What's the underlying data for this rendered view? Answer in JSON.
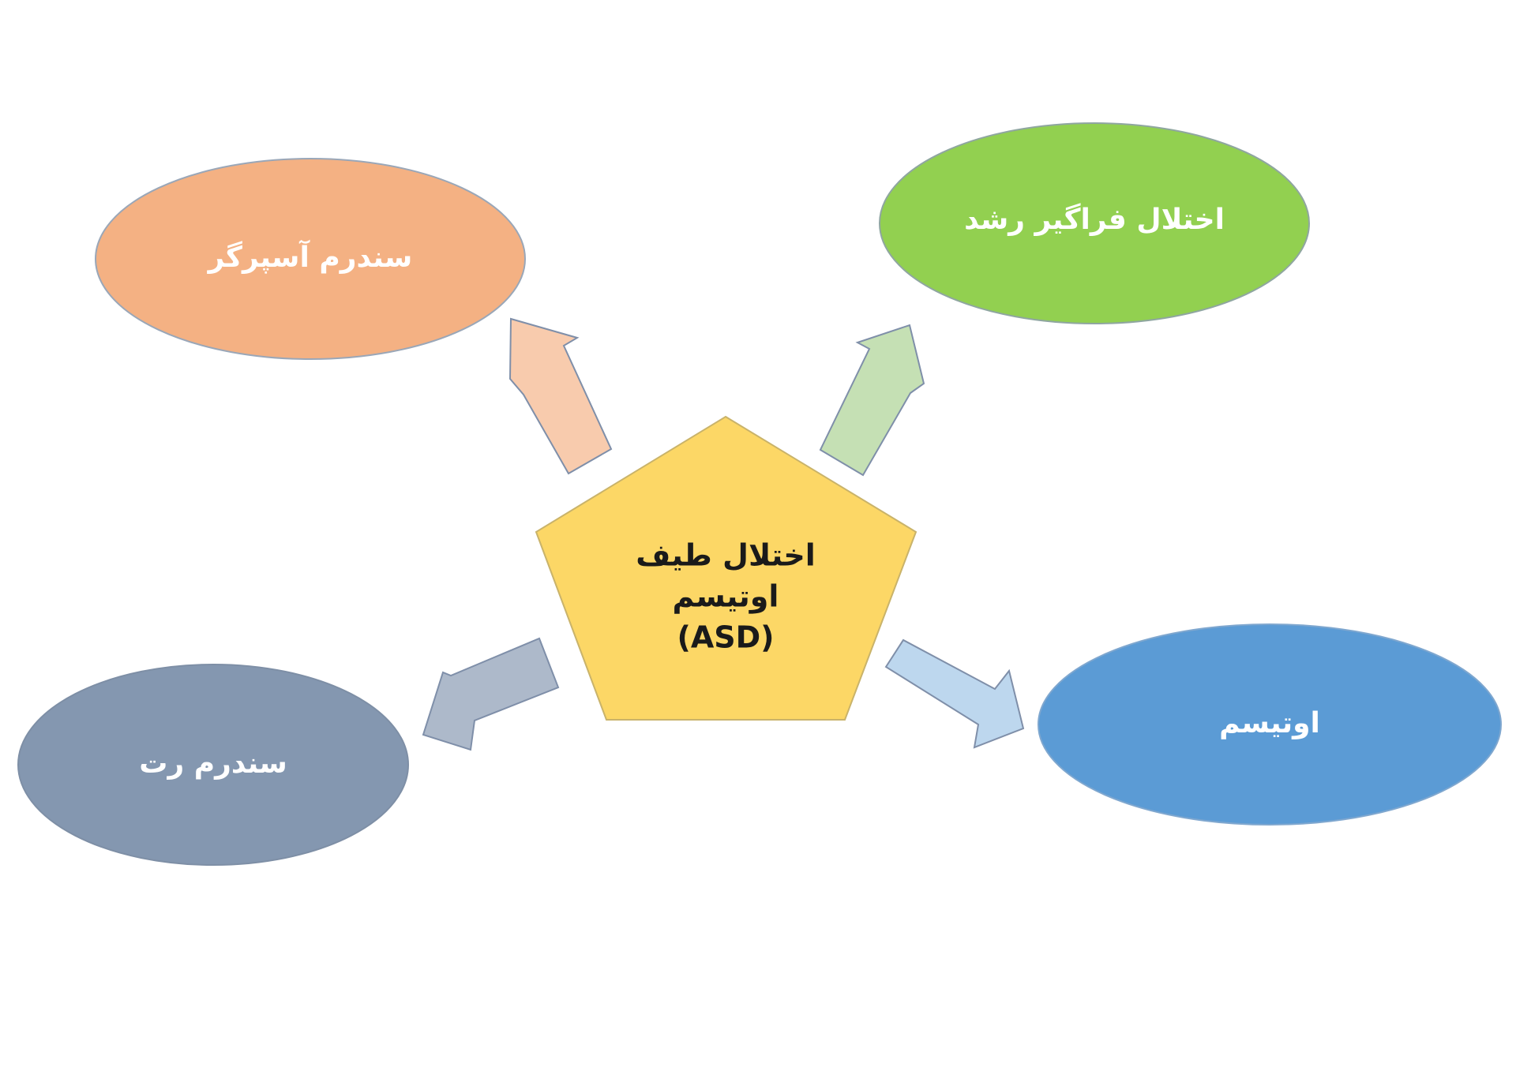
{
  "center": {
    "line1": "اختلال طیف",
    "line2": "اوتیسم",
    "line3": "(ASD)",
    "fill": "#FCD766",
    "stroke": "#C9B36A"
  },
  "nodes": {
    "asperger": {
      "label": "سندرم آسپرگر",
      "fill": "#F4B183",
      "stroke": "#9AA7B8",
      "arrow_fill": "#F8CBAD"
    },
    "pdd": {
      "label": "اختلال فراگیر رشد",
      "fill": "#92D050",
      "stroke": "#8FA6A0",
      "arrow_fill": "#C5E0B4"
    },
    "rett": {
      "label": "سندرم رت",
      "fill": "#8497B0",
      "stroke": "#7E8FA6",
      "arrow_fill": "#ADB9CA"
    },
    "autism": {
      "label": "اوتیسم",
      "fill": "#5B9BD5",
      "stroke": "#7FA7CF",
      "arrow_fill": "#BDD7EE"
    }
  },
  "arrow_stroke": "#7F8FA9"
}
